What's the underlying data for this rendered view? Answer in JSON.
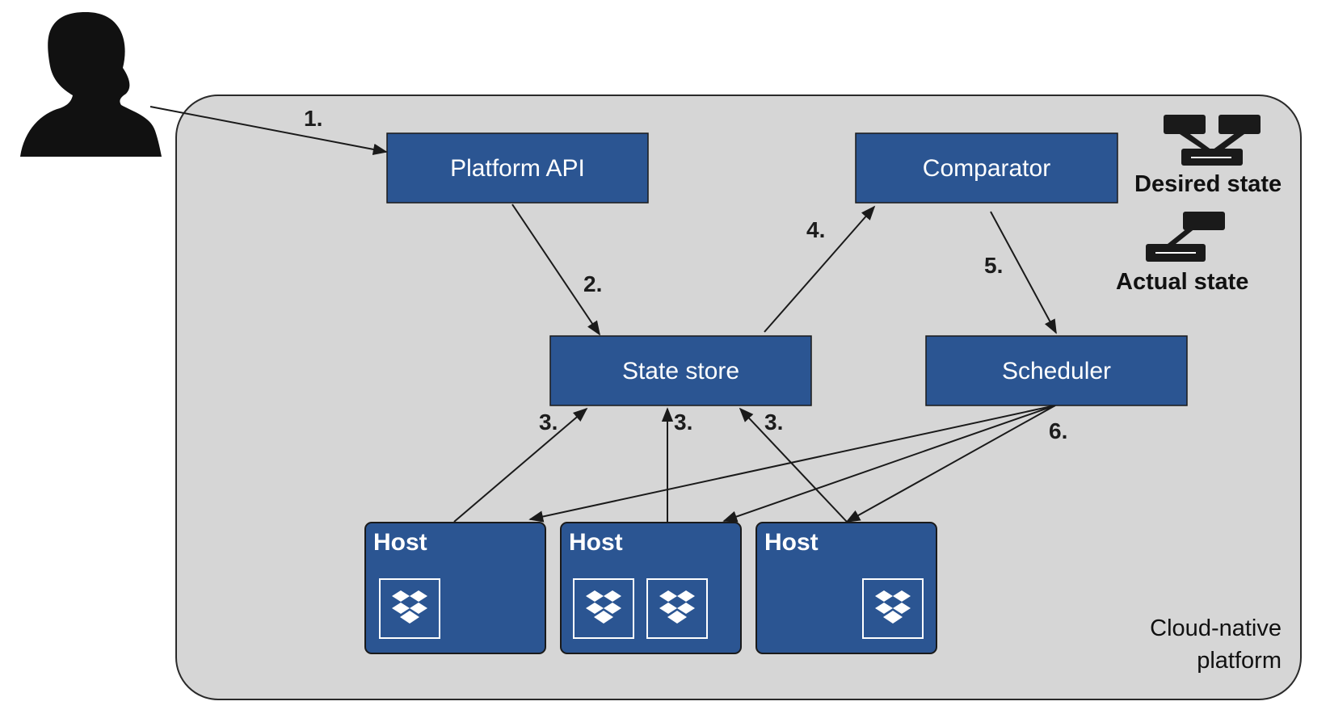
{
  "platform": {
    "label_line1": "Cloud-native",
    "label_line2": "platform"
  },
  "nodes": {
    "platform_api": "Platform API",
    "comparator": "Comparator",
    "state_store": "State store",
    "scheduler": "Scheduler"
  },
  "hosts": [
    {
      "label": "Host",
      "containers": 1,
      "container_icon": "dropbox-icon"
    },
    {
      "label": "Host",
      "containers": 2,
      "container_icon": "dropbox-icon"
    },
    {
      "label": "Host",
      "containers": 1,
      "container_icon": "dropbox-icon"
    }
  ],
  "steps": {
    "s1": "1.",
    "s2": "2.",
    "s3a": "3.",
    "s3b": "3.",
    "s3c": "3.",
    "s4": "4.",
    "s5": "5.",
    "s6": "6."
  },
  "legend": {
    "desired_state": "Desired state",
    "actual_state": "Actual state",
    "desired_icon": "desired-state-icon",
    "actual_icon": "actual-state-icon"
  },
  "user": {
    "icon": "user-silhouette-icon"
  },
  "colors": {
    "box_fill": "#2b5592",
    "platform_fill": "#d6d6d6",
    "ink": "#1a1a1a"
  }
}
